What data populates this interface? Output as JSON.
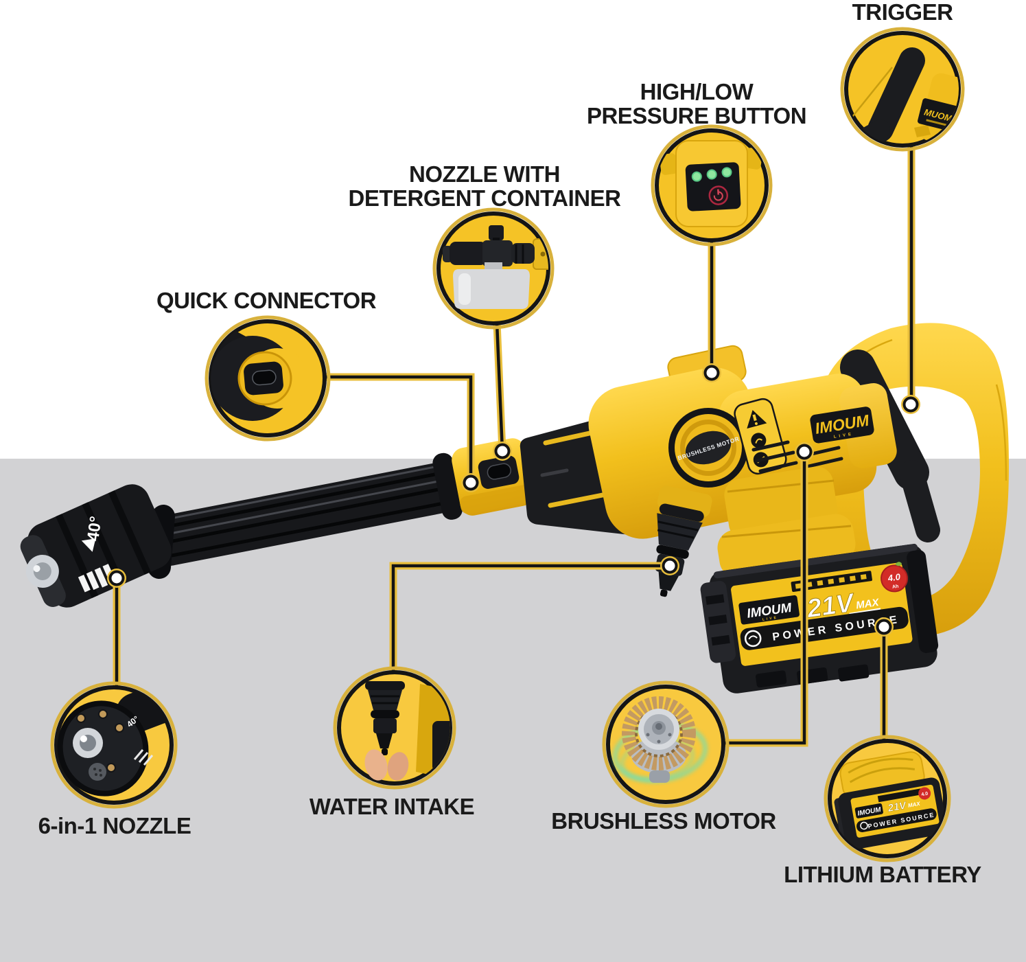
{
  "callouts": {
    "trigger": {
      "label": "TRIGGER"
    },
    "pressure_button": {
      "line1": "HIGH/LOW",
      "line2": "PRESSURE BUTTON"
    },
    "nozzle_detergent": {
      "line1": "NOZZLE WITH",
      "line2": "DETERGENT CONTAINER"
    },
    "quick_connector": {
      "label": "QUICK CONNECTOR"
    },
    "six_in_one_nozzle": {
      "label": "6-in-1 NOZZLE"
    },
    "water_intake": {
      "label": "WATER INTAKE"
    },
    "brushless_motor": {
      "label": "BRUSHLESS MOTOR"
    },
    "lithium_battery": {
      "label": "LITHIUM BATTERY"
    }
  },
  "product": {
    "brand": "IMOUM",
    "brand_sub": "LIVE",
    "motor_ring_text": "BRUSHLESS MOTOR",
    "nozzle_angle_text": "40°",
    "trigger_plate_text": "MUOM",
    "battery": {
      "brand": "IMOUM",
      "brand_sub": "LIVE",
      "voltage": "21V",
      "voltage_qualifier": "MAX",
      "line": "POWER SOURCE",
      "capacity": "4.0",
      "capacity_unit": "Ah"
    }
  },
  "colors": {
    "background_top": "#ffffff",
    "background_bottom": "#d2d2d4",
    "brand_yellow": "#f2c01d",
    "bubble_fill": "#f7c83b",
    "bubble_gold_ring": "#d8b13c",
    "line_black": "#141414",
    "label_text": "#1a1a1a",
    "led_green": "#8fe79f",
    "power_button_red": "#c73048",
    "capacity_badge_red": "#d22c28",
    "motor_glow_teal": "#4fe3d0",
    "motor_copper": "#c39a62"
  }
}
